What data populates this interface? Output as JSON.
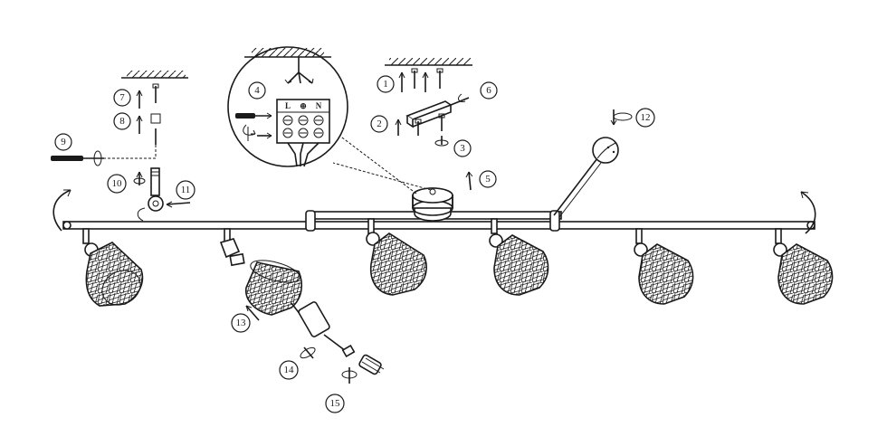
{
  "callouts": [
    "1",
    "2",
    "3",
    "4",
    "5",
    "6",
    "7",
    "8",
    "9",
    "10",
    "11",
    "12",
    "13",
    "14",
    "15"
  ],
  "terminals": [
    "L",
    "⊕",
    "N"
  ]
}
